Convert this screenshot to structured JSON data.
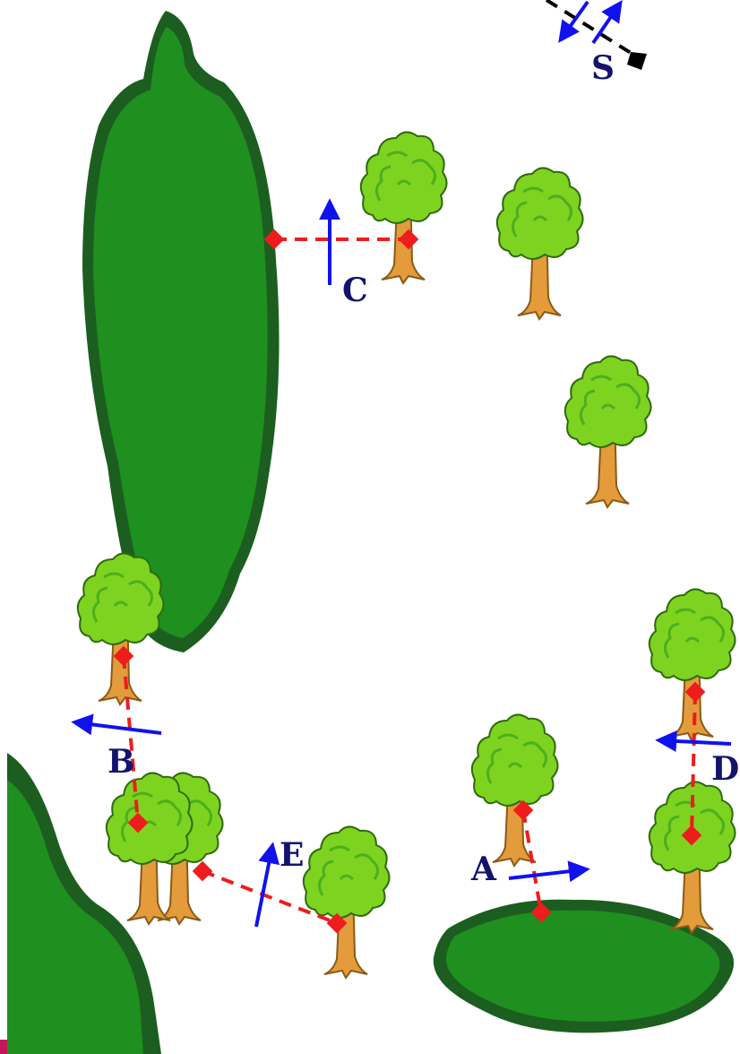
{
  "colors": {
    "forest_dark": "#1b5e20",
    "forest_fill": "#1f8f1f",
    "foliage": "#7ed321",
    "foliage_shade": "#4caf1c",
    "trunk": "#e39b3b",
    "route": "#ee1c1c",
    "arrow": "#1111ee",
    "label": "#13136e"
  },
  "icons": {
    "tree": "deciduous-tree-icon",
    "forest": "forest-patch",
    "route_point": "red-diamond-marker",
    "direction": "blue-arrow"
  },
  "labels": {
    "A": "A",
    "B": "B",
    "C": "C",
    "D": "D",
    "E": "E",
    "S": "S"
  }
}
